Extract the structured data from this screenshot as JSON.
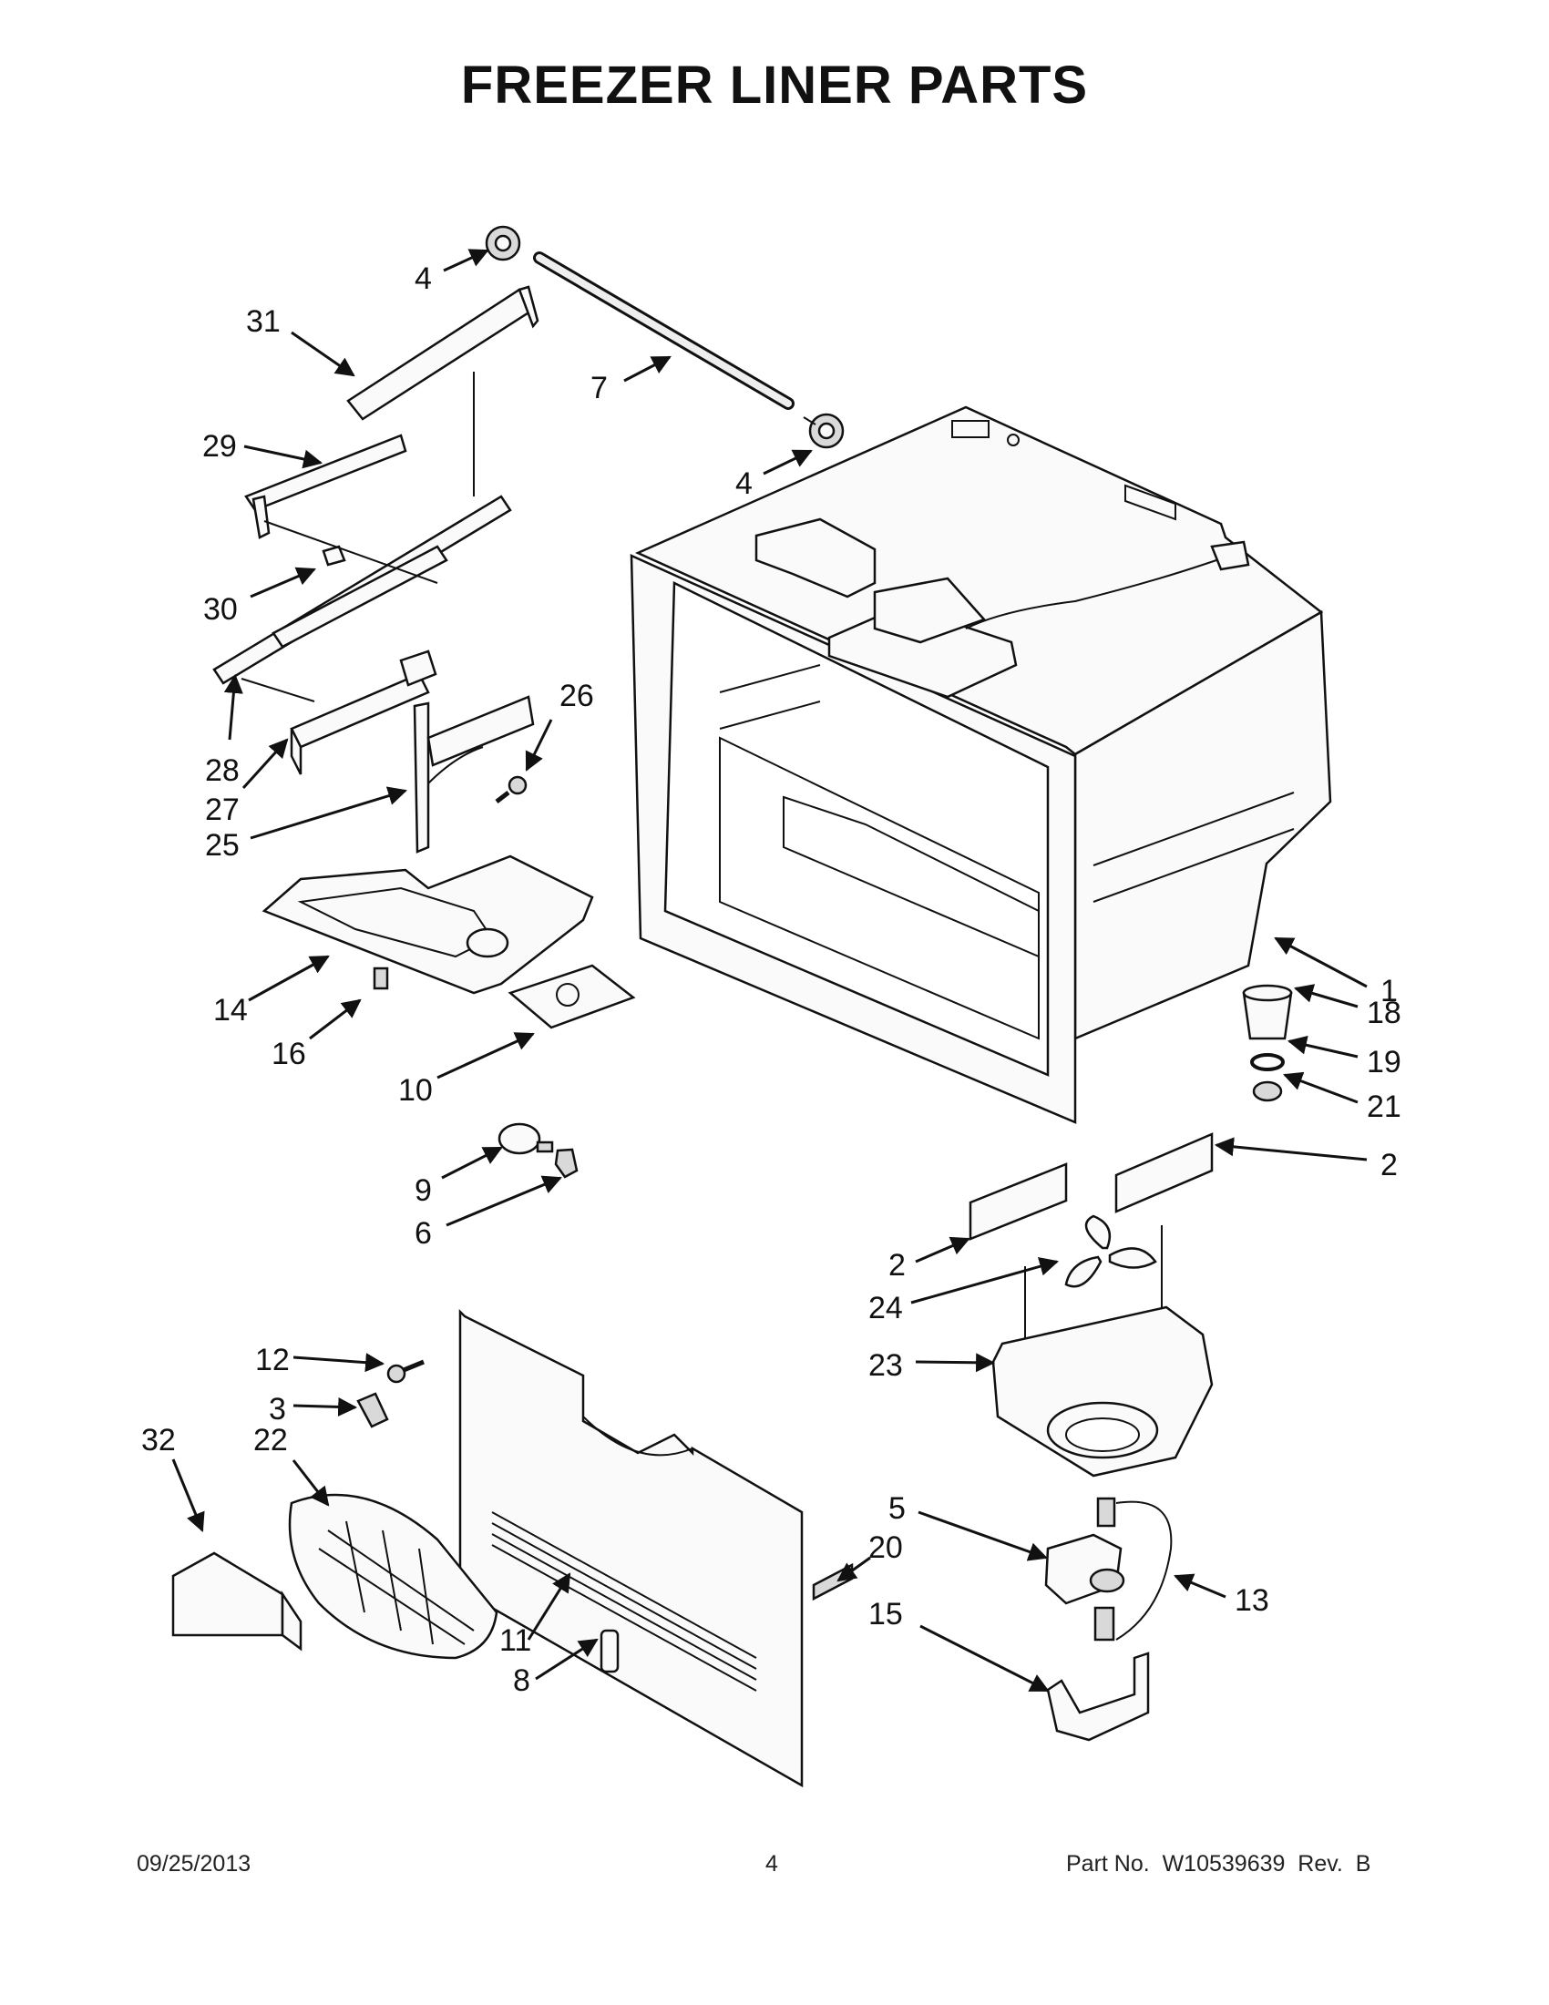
{
  "title": "FREEZER LINER PARTS",
  "footer": {
    "date": "09/25/2013",
    "page": "4",
    "part_no": "Part No.  W10539639  Rev.  B"
  },
  "callouts": [
    {
      "id": "c4a",
      "label": "4"
    },
    {
      "id": "c31",
      "label": "31"
    },
    {
      "id": "c7",
      "label": "7"
    },
    {
      "id": "c29",
      "label": "29"
    },
    {
      "id": "c4b",
      "label": "4"
    },
    {
      "id": "c30",
      "label": "30"
    },
    {
      "id": "c26",
      "label": "26"
    },
    {
      "id": "c28",
      "label": "28"
    },
    {
      "id": "c27",
      "label": "27"
    },
    {
      "id": "c25",
      "label": "25"
    },
    {
      "id": "c14",
      "label": "14"
    },
    {
      "id": "c1",
      "label": "1"
    },
    {
      "id": "c18",
      "label": "18"
    },
    {
      "id": "c16",
      "label": "16"
    },
    {
      "id": "c19",
      "label": "19"
    },
    {
      "id": "c10",
      "label": "10"
    },
    {
      "id": "c21",
      "label": "21"
    },
    {
      "id": "c9",
      "label": "9"
    },
    {
      "id": "c2a",
      "label": "2"
    },
    {
      "id": "c6",
      "label": "6"
    },
    {
      "id": "c2b",
      "label": "2"
    },
    {
      "id": "c24",
      "label": "24"
    },
    {
      "id": "c12",
      "label": "12"
    },
    {
      "id": "c23",
      "label": "23"
    },
    {
      "id": "c3",
      "label": "3"
    },
    {
      "id": "c32",
      "label": "32"
    },
    {
      "id": "c22",
      "label": "22"
    },
    {
      "id": "c5",
      "label": "5"
    },
    {
      "id": "c20",
      "label": "20"
    },
    {
      "id": "c13",
      "label": "13"
    },
    {
      "id": "c15",
      "label": "15"
    },
    {
      "id": "c11",
      "label": "11"
    },
    {
      "id": "c8",
      "label": "8"
    }
  ]
}
